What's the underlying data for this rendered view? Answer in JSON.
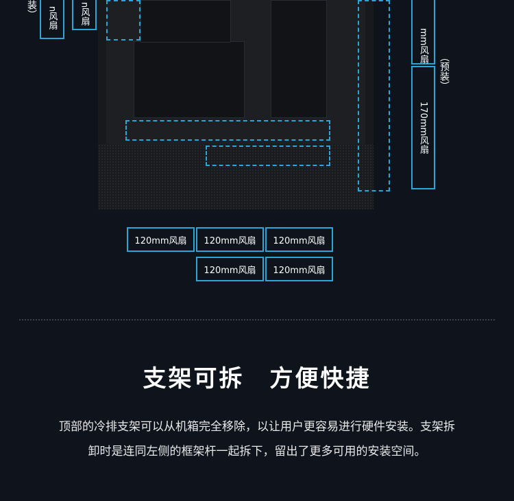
{
  "left_labels": {
    "preinstalled_partial": "装）",
    "fan_a": "n风扇",
    "fan_b": "n风扇"
  },
  "right_labels": {
    "fan_top": "mm风扇",
    "preinstalled": "（预装）",
    "fan_170": "170mm风扇"
  },
  "bottom_fans": [
    "120mm风扇",
    "120mm风扇",
    "120mm风扇",
    "120mm风扇",
    "120mm风扇"
  ],
  "heading": "支架可拆　方便快捷",
  "description": "顶部的冷排支架可以从机箱完全移除，以让用户更容易进行硬件安装。支架拆卸时是连同左侧的框架杆一起拆下，留出了更多可用的安装空间。",
  "accent": "#2aa7d6"
}
